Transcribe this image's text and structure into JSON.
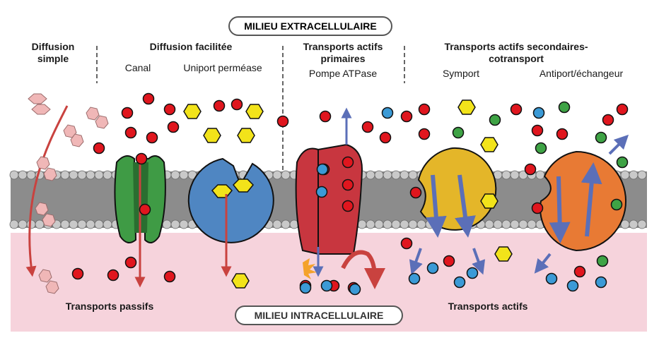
{
  "regions": {
    "extracellular": "MILIEU EXTRACELLULAIRE",
    "intracellular": "MILIEU INTRACELLULAIRE"
  },
  "sections": {
    "simple_diffusion": {
      "title_line1": "Diffusion",
      "title_line2": "simple"
    },
    "facilitated_diffusion": {
      "title": "Diffusion facilitée",
      "channel": "Canal",
      "uniport": "Uniport perméase"
    },
    "primary_active": {
      "title_line1": "Transports actifs",
      "title_line2": "primaires",
      "pump": "Pompe ATPase"
    },
    "secondary_active": {
      "title_line1": "Transports actifs secondaires-",
      "title_line2": "cotransport",
      "symport": "Symport",
      "antiport": "Antiport/échangeur"
    }
  },
  "footer": {
    "passive": "Transports passifs",
    "active": "Transports actifs"
  },
  "colors": {
    "extracellular_bg": "#ffffff",
    "intracellular_bg": "#f6d3dc",
    "membrane": "#9a9a9a",
    "red_molecule": "#e0161e",
    "blue_molecule": "#3b9ad6",
    "green_molecule": "#3ea345",
    "yellow_molecule": "#f2e31a",
    "pink_molecule": "#f0b7b7",
    "channel": "#3f9b45",
    "uniport": "#4f86c2",
    "pump": "#c8363f",
    "symport": "#e4b629",
    "antiport": "#e87a34",
    "arrow_red": "#c9423f",
    "arrow_blue": "#5b6fb8"
  }
}
